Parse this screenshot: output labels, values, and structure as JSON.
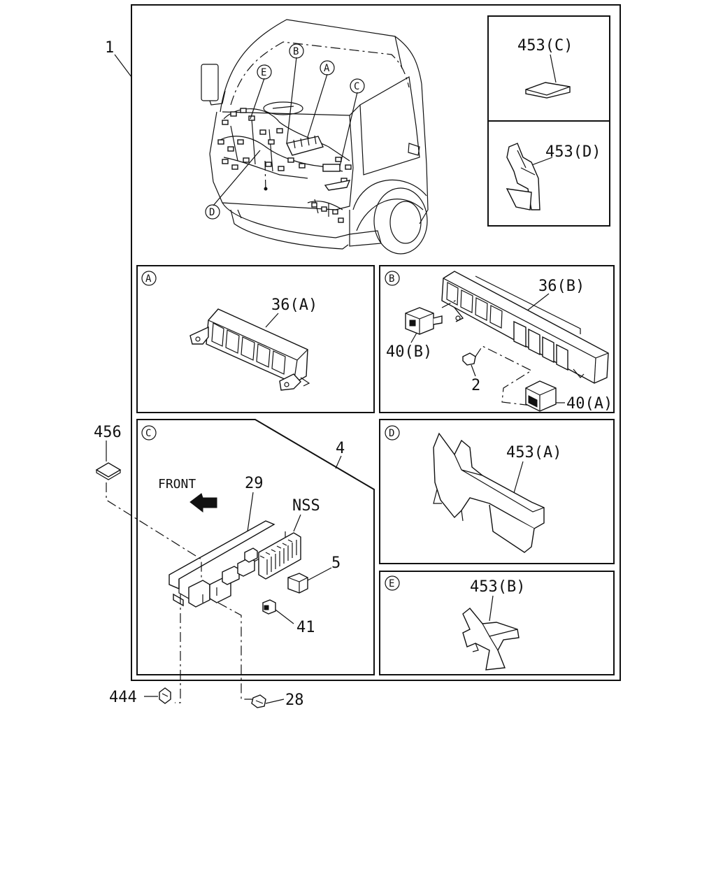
{
  "callouts": {
    "main_assembly": "1",
    "c_453": "453(C)",
    "d_453": "453(D)",
    "a_36": "36(A)",
    "b_36": "36(B)",
    "b_40": "40(B)",
    "a_40": "40(A)",
    "part_2": "2",
    "part_456": "456",
    "part_4": "4",
    "part_29": "29",
    "nss": "NSS",
    "part_5": "5",
    "part_41": "41",
    "part_444": "444",
    "part_28": "28",
    "a_453": "453(A)",
    "b_453": "453(B)",
    "front": "FRONT"
  },
  "circle_letters": {
    "A": "A",
    "B": "B",
    "C": "C",
    "D": "D",
    "E": "E"
  }
}
